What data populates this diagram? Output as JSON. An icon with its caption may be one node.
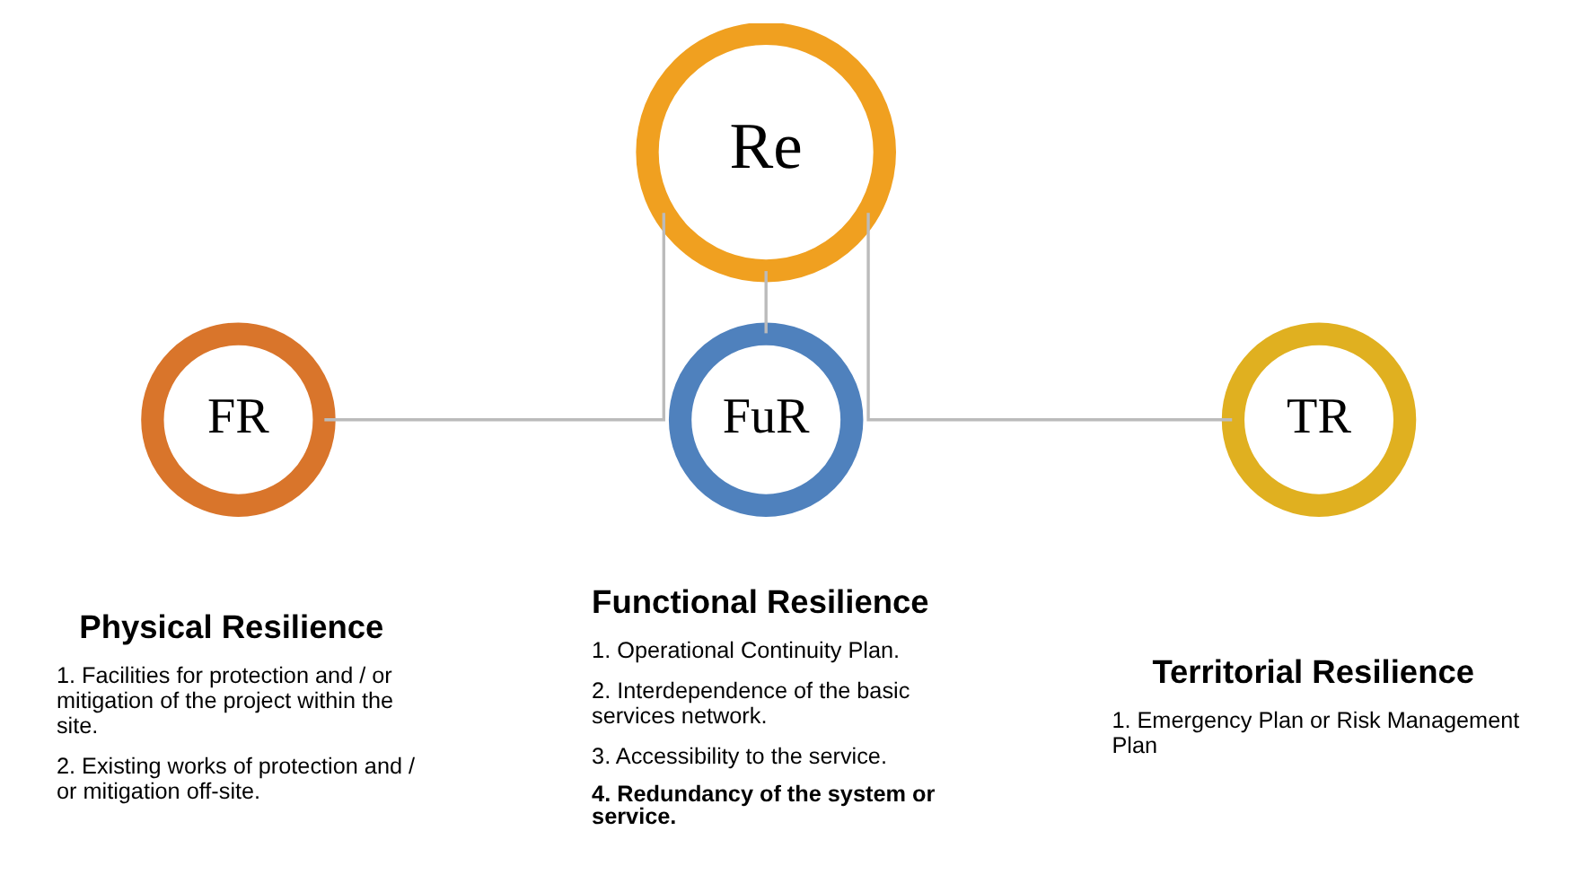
{
  "diagram": {
    "nodes": [
      {
        "text": [
          "Re"
        ]
      },
      {
        "text": [
          "FR"
        ],
        "beside": [
          "Physical Resilience",
          "1. Facilities for protection and / or mitigation of the project within the site.",
          "2. Existing works of protection and / or mitigation off-site."
        ]
      },
      {
        "text": [
          "FuR"
        ],
        "beside": [
          "Functional Resilience",
          "1. Operational Continuity Plan.",
          "2. Interdependence of the basic services network.",
          "3. Accessibility to the service.",
          "4. Redundancy of the system or service."
        ]
      },
      {
        "text": [
          "TR"
        ],
        "beside": [
          "Territorial Resilience",
          "1. Emergency Plan or Risk Management Plan"
        ]
      }
    ],
    "edges": [
      {
        "from": 0,
        "to": 1,
        "arrow": "none"
      },
      {
        "from": 0,
        "to": 2,
        "arrow": "none"
      },
      {
        "from": 0,
        "to": 3,
        "arrow": "none"
      }
    ]
  }
}
